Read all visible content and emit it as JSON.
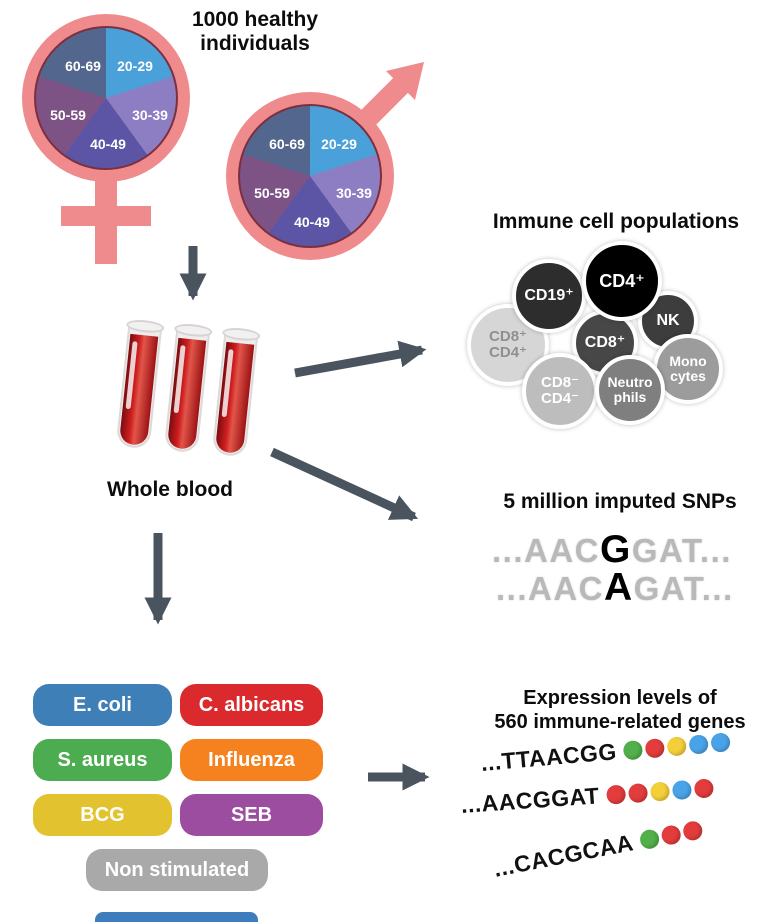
{
  "cohort": {
    "title": "1000 healthy\nindividuals",
    "ages": [
      "20-29",
      "30-39",
      "40-49",
      "50-59",
      "60-69"
    ],
    "pie_colors": [
      "#4aa0d8",
      "#8d7ec4",
      "#5c55a5",
      "#7d5285",
      "#53678e"
    ]
  },
  "whole_blood_label": "Whole blood",
  "immune_cells": {
    "title": "Immune cell populations",
    "cells": [
      {
        "label": "CD8⁺\nCD4⁺",
        "bg": "#d6d6d6",
        "fg": "#8f8f8f"
      },
      {
        "label": "CD19⁺",
        "bg": "#2d2d2d",
        "fg": "#ffffff"
      },
      {
        "label": "NK",
        "bg": "#3d3d3d",
        "fg": "#ffffff"
      },
      {
        "label": "CD8⁺",
        "bg": "#474747",
        "fg": "#ffffff"
      },
      {
        "label": "Mono\ncytes",
        "bg": "#9c9c9c",
        "fg": "#ffffff"
      },
      {
        "label": "CD4⁺",
        "bg": "#000000",
        "fg": "#ffffff"
      },
      {
        "label": "CD8⁻\nCD4⁻",
        "bg": "#bdbdbd",
        "fg": "#ffffff"
      },
      {
        "label": "Neutro\nphils",
        "bg": "#7f7f7f",
        "fg": "#ffffff"
      }
    ]
  },
  "snps": {
    "title": "5 million imputed SNPs",
    "lines": [
      {
        "pre": "...AAC",
        "hl": "G",
        "suf": "GAT..."
      },
      {
        "pre": "...AAC",
        "hl": "A",
        "suf": "GAT..."
      }
    ]
  },
  "stimuli": [
    {
      "label": "E. coli",
      "color": "#3f7fb8"
    },
    {
      "label": "C. albicans",
      "color": "#da2a2e"
    },
    {
      "label": "S. aureus",
      "color": "#4bad50"
    },
    {
      "label": "Influenza",
      "color": "#f5821f"
    },
    {
      "label": "BCG",
      "color": "#e2c32f"
    },
    {
      "label": "SEB",
      "color": "#9d4da0"
    },
    {
      "label": "Non stimulated",
      "color": "#a9a9a9"
    }
  ],
  "expression": {
    "title": "Expression levels of\n560 immune-related genes",
    "dot_palette": {
      "green": "#52b04a",
      "red": "#e23c3c",
      "yellow": "#f3cf3a",
      "blue": "#4aa3e8"
    },
    "rows": [
      {
        "seq": "...TTAACGG",
        "dots": [
          "green",
          "red",
          "yellow",
          "blue",
          "blue"
        ]
      },
      {
        "seq": "...AACGGAT",
        "dots": [
          "red",
          "red",
          "yellow",
          "blue",
          "red"
        ]
      },
      {
        "seq": "...CACGCAA",
        "dots": [
          "green",
          "red",
          "red"
        ]
      }
    ]
  },
  "palette": {
    "symbol_pink": "#ef8b8d",
    "arrow_gray": "#4a545e",
    "pie_border": "#7d2f3e",
    "cropped_pill_blue": "#3e7dbd"
  }
}
